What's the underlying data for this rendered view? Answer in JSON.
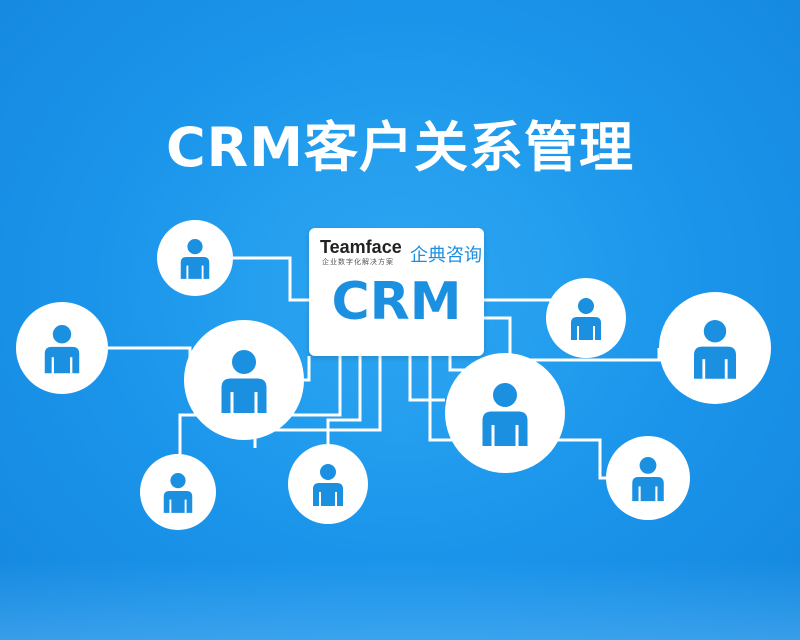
{
  "title": "CRM客户关系管理",
  "hub": {
    "label": "CRM",
    "logo_text": "Teamface",
    "logo_tagline": "企业数字化解决方案",
    "logo_cn": "企典咨询"
  },
  "colors": {
    "background": "#1a94ea",
    "node_fill": "#ffffff",
    "icon_blue": "#1b8fe0",
    "line": "#ffffff"
  },
  "nodes": [
    {
      "name": "customer-node-1",
      "icon": "person-icon"
    },
    {
      "name": "customer-node-2",
      "icon": "person-icon"
    },
    {
      "name": "customer-node-3",
      "icon": "person-icon"
    },
    {
      "name": "customer-node-4",
      "icon": "person-icon"
    },
    {
      "name": "customer-node-5",
      "icon": "person-icon"
    },
    {
      "name": "customer-node-6",
      "icon": "person-icon"
    },
    {
      "name": "customer-node-7",
      "icon": "person-icon"
    },
    {
      "name": "customer-node-8",
      "icon": "person-icon"
    },
    {
      "name": "customer-node-9",
      "icon": "person-icon"
    },
    {
      "name": "customer-node-10",
      "icon": "person-icon"
    }
  ]
}
